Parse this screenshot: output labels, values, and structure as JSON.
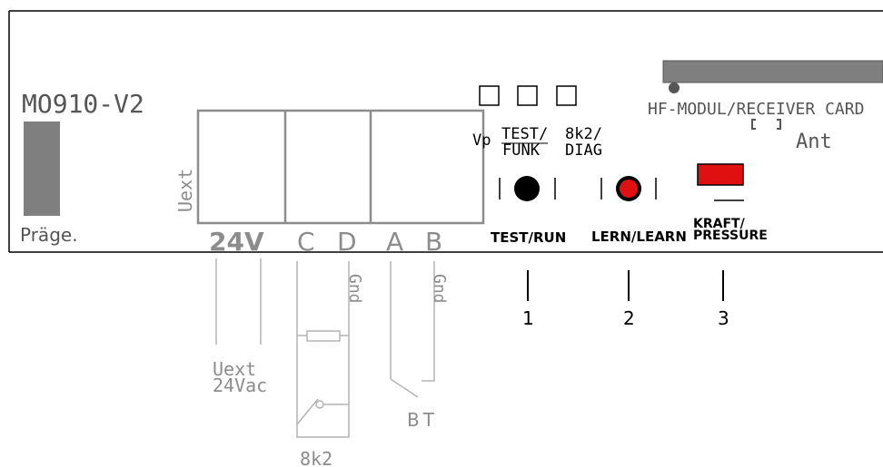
{
  "colors": {
    "ink": "#000000",
    "gray": "#8c8c8c",
    "light_gray": "#b4b4b4",
    "module_gray": "#7f7f7f",
    "red": "#e01010",
    "background": "#ffffff"
  },
  "board": {
    "model": "MO910-V2",
    "embossing_label": "Präge.",
    "uext_label": "Uext"
  },
  "terminals": {
    "label_24v": "24V",
    "label_c": "C",
    "label_d": "D",
    "label_a": "A",
    "label_b": "B"
  },
  "leds": {
    "vp": "Vp",
    "test_funk": "TEST/",
    "test_funk_2": "FUNK",
    "diag": "8k2/",
    "diag_2": "DIAG"
  },
  "module": {
    "label": "HF-MODUL/RECEIVER CARD",
    "antenna": "Ant"
  },
  "buttons": {
    "test_run": "TEST/RUN",
    "learn": "LERN/LEARN",
    "pressure_1": "KRAFT/",
    "pressure_2": "PRESSURE"
  },
  "callouts": {
    "one": "1",
    "two": "2",
    "three": "3"
  },
  "wiring": {
    "gnd_1": "Gnd",
    "gnd_2": "Gnd",
    "uext": "Uext",
    "vac": "24Vac",
    "resistor": "8k2",
    "bt": "BT"
  }
}
